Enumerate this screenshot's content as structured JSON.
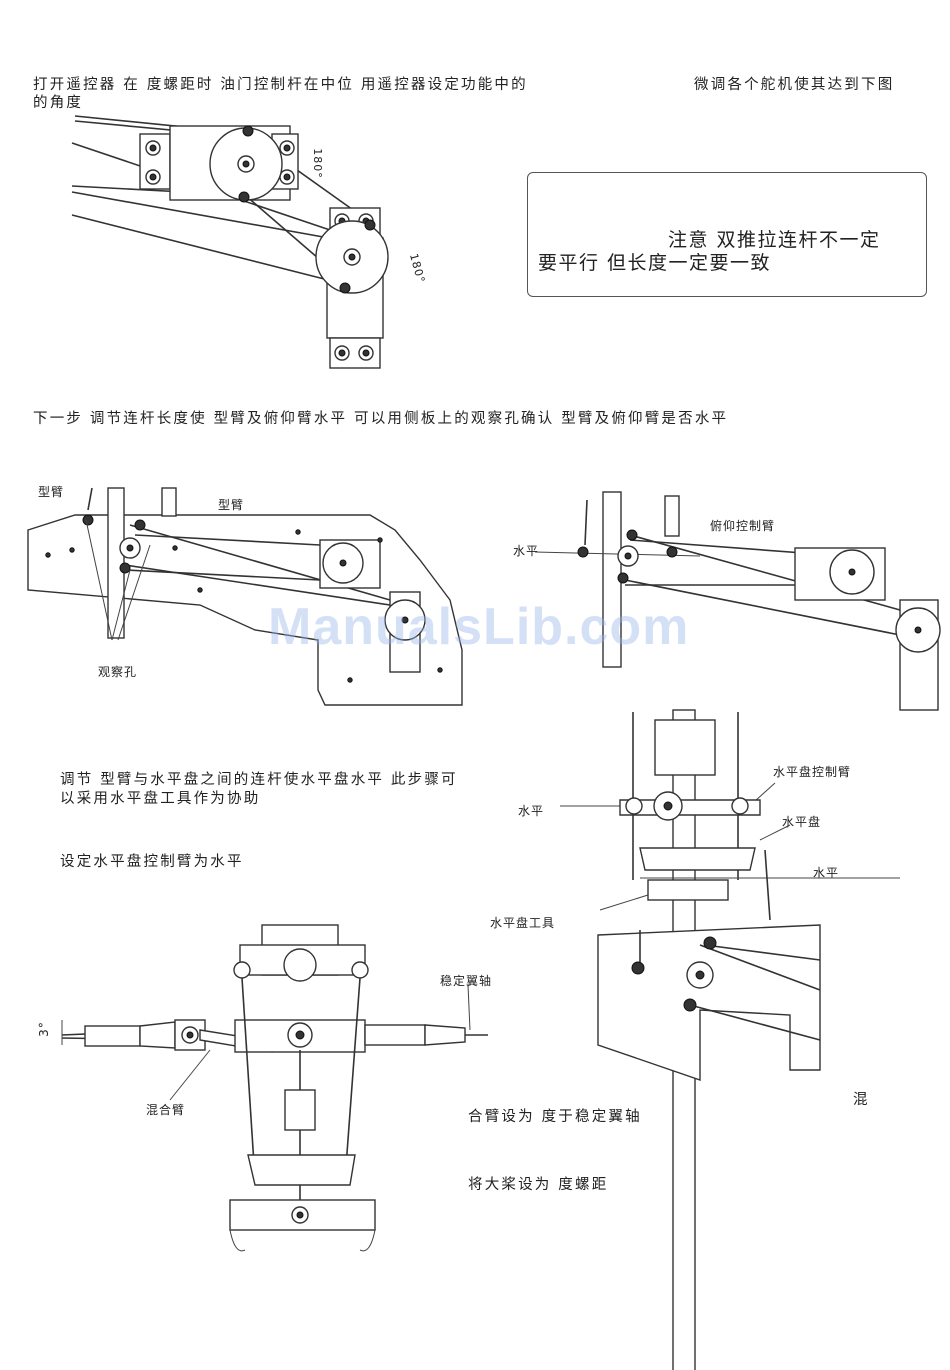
{
  "top": {
    "instruction_left": "打开遥控器 在 度螺距时 油门控制杆在中位 用遥控器设定功能中的",
    "instruction_left_cont": "的角度",
    "instruction_right": "微调各个舵机使其达到下图",
    "angle_a": "180°",
    "angle_b": "180°"
  },
  "note": {
    "line1": "注意 双推拉连杆不一定",
    "line2": "要平行 但长度一定要一致"
  },
  "step2": {
    "text": "下一步 调节连杆长度使 型臂及俯仰臂水平  可以用侧板上的观察孔确认 型臂及俯仰臂是否水平",
    "label_arm_a": "型臂",
    "label_arm_b": "型臂",
    "label_hole": "观察孔",
    "label_level": "水平",
    "label_pitch_arm": "俯仰控制臂"
  },
  "step3": {
    "text_line1": "调节 型臂与水平盘之间的连杆使水平盘水平 此步骤可",
    "text_line2": "以采用水平盘工具作为协助",
    "text_set": "设定水平盘控制臂为水平",
    "label_swash_arm": "水平盘控制臂",
    "label_level_a": "水平",
    "label_swashplate": "水平盘",
    "label_level_b": "水平",
    "label_swash_tool": "水平盘工具"
  },
  "step4": {
    "label_angle": "3°",
    "label_flybar": "稳定翼轴",
    "label_mix_arm": "混合臂",
    "text_mix_a": "混",
    "text_mix_b": "合臂设为 度于稳定翼轴",
    "text_blade": "将大桨设为 度螺距"
  },
  "watermark": "ManualsLib.com"
}
